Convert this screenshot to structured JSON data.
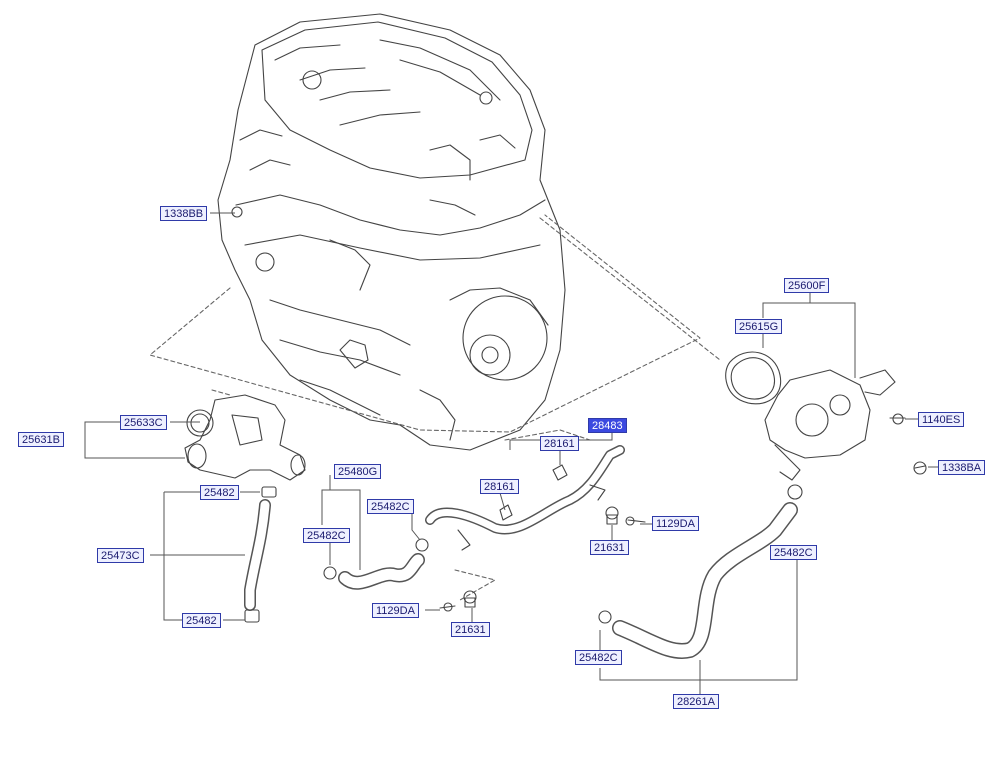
{
  "diagram": {
    "callouts": {
      "c1338BB": "1338BB",
      "c25600F": "25600F",
      "c25615G": "25615G",
      "c1140ES": "1140ES",
      "c1338BA": "1338BA",
      "c25633C": "25633C",
      "c25631B": "25631B",
      "c28161a": "28161",
      "c28483": "28483",
      "c25480G": "25480G",
      "c28161b": "28161",
      "c25482top": "25482",
      "c25482Ca": "25482C",
      "c1129DAa": "1129DA",
      "c25482Cb": "25482C",
      "c21631a": "21631",
      "c25473C": "25473C",
      "c25482Cc": "25482C",
      "c25482bot": "25482",
      "c1129DAb": "1129DA",
      "c21631b": "21631",
      "c25482Cd": "25482C",
      "c28261A": "28261A"
    },
    "selected": "28483",
    "colors": {
      "label_border": "#2f3aa8",
      "label_fill": "#eef0ff",
      "selected_fill": "#3b49e0",
      "line": "#555555"
    }
  }
}
